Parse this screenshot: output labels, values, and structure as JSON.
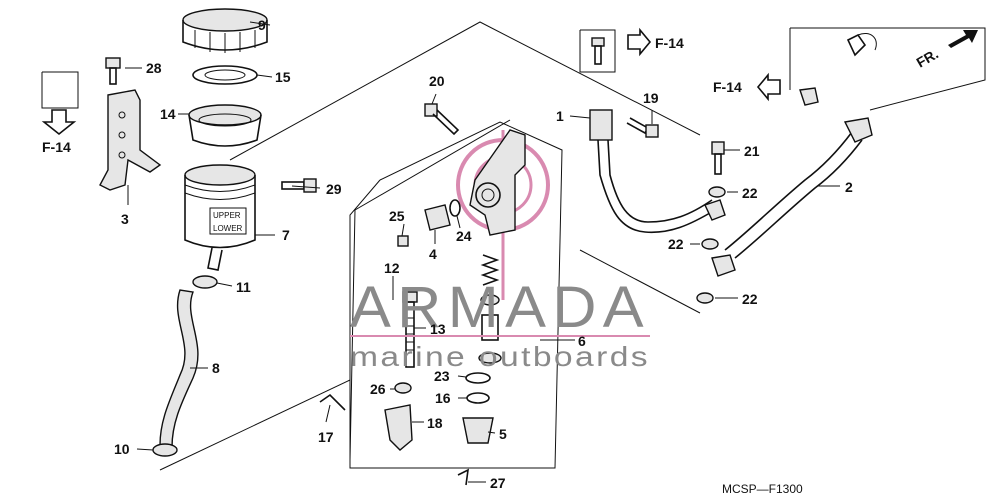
{
  "diagram": {
    "callouts": [
      "1",
      "2",
      "3",
      "4",
      "5",
      "6",
      "7",
      "8",
      "9",
      "10",
      "11",
      "12",
      "13",
      "14",
      "15",
      "16",
      "17",
      "18",
      "19",
      "20",
      "21",
      "22",
      "23",
      "24",
      "25",
      "26",
      "27",
      "28",
      "29"
    ],
    "ref_labels": {
      "f14_top": "F-14",
      "f14_left": "F-14",
      "f14_right": "F-14",
      "front": "FR."
    },
    "reservoir_marks": {
      "upper": "UPPER",
      "lower": "LOWER"
    },
    "diagram_code": "MCSP—F1300",
    "watermark": {
      "brand": "ARMADA",
      "tagline": "marine outboards",
      "accent_color": "#d98ab0"
    }
  }
}
